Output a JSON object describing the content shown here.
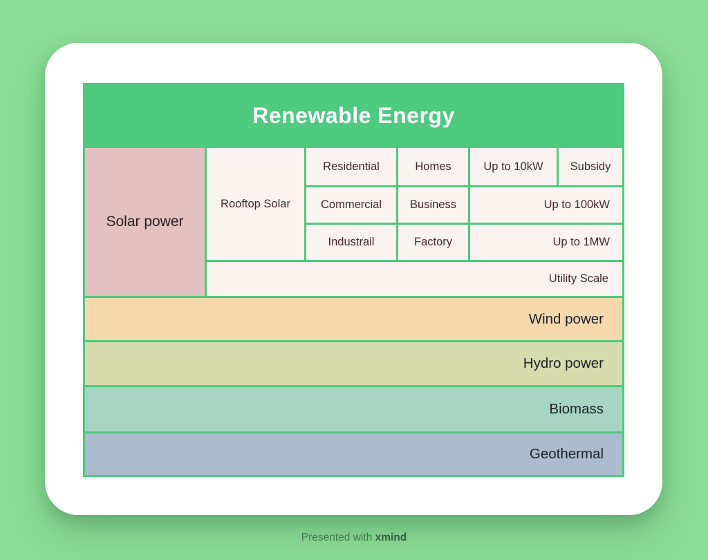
{
  "diagram": {
    "type": "tree-table",
    "root": "Renewable Energy",
    "structure": [
      {
        "label": "Solar power",
        "children": [
          {
            "label": "Rooftop Solar",
            "children": [
              {
                "label": "Residential",
                "children": [
                  {
                    "label": "Homes",
                    "children": [
                      {
                        "label": "Up to 10kW",
                        "children": [
                          {
                            "label": "Subsidy"
                          }
                        ]
                      }
                    ]
                  }
                ]
              },
              {
                "label": "Commercial",
                "children": [
                  {
                    "label": "Business",
                    "children": [
                      {
                        "label": "Up to 100kW"
                      }
                    ]
                  }
                ]
              },
              {
                "label": "Industrail",
                "children": [
                  {
                    "label": "Factory",
                    "children": [
                      {
                        "label": "Up to 1MW"
                      }
                    ]
                  }
                ]
              }
            ]
          },
          {
            "label": "Utility Scale"
          }
        ]
      },
      {
        "label": "Wind power"
      },
      {
        "label": "Hydro power"
      },
      {
        "label": "Biomass"
      },
      {
        "label": "Geothermal"
      }
    ]
  },
  "topics": {
    "root": "Renewable Energy",
    "solar": "Solar power",
    "rooftop": "Rooftop Solar",
    "residential": "Residential",
    "homes": "Homes",
    "upto10kw": "Up to 10kW",
    "subsidy": "Subsidy",
    "commercial": "Commercial",
    "business": "Business",
    "upto100kw": "Up to 100kW",
    "industrail": "Industrail",
    "factory": "Factory",
    "upto1mw": "Up to 1MW",
    "utility": "Utility Scale",
    "wind": "Wind power",
    "hydro": "Hydro power",
    "biomass": "Biomass",
    "geothermal": "Geothermal"
  },
  "footer": {
    "prefix": "Presented with",
    "brand": "xmind"
  },
  "colors": {
    "page_background": "#8bdd95",
    "card_background": "#ffffff",
    "header_green": "#4ecb80",
    "grid_border_green": "#4ccb7d",
    "solar_pink": "#e3c1c1",
    "cell_cream": "#faf3f0",
    "wind_band": "#f4d9ad",
    "hydro_band": "#d6dcab",
    "biomass_band": "#a8d4c4",
    "geothermal_band": "#aabccd",
    "header_text": "#ffffff",
    "cell_text": "#46282f",
    "band_text": "#1b2126",
    "footer_text": "#4c7257"
  }
}
